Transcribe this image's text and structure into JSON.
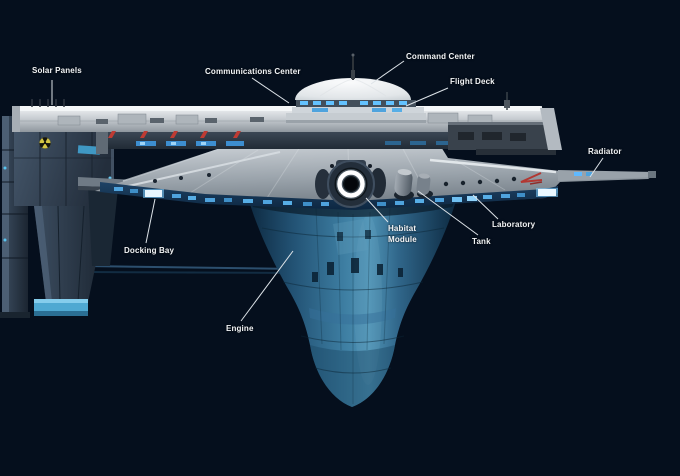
{
  "scene": {
    "description": "Side-view concept illustration of a spacecraft with labeled components",
    "background_color": "#050f1d"
  },
  "annotations": {
    "solar_panels": {
      "label": "Solar Panels"
    },
    "communications_center": {
      "label": "Communications Center"
    },
    "command_center": {
      "label": "Command Center"
    },
    "flight_deck": {
      "label": "Flight Deck"
    },
    "radiator": {
      "label": "Radiator"
    },
    "laboratory": {
      "label": "Laboratory"
    },
    "tank": {
      "label": "Tank"
    },
    "habitat_module": {
      "label": "Habitat Module"
    },
    "docking_bay": {
      "label": "Docking Bay"
    },
    "engine": {
      "label": "Engine"
    }
  },
  "style": {
    "label_color": "#f3f5f7",
    "leader_line_color": "#dde3e8",
    "hull_light": "#e9ecee",
    "hull_mid": "#b9c0c6",
    "underbody_band": "#2e3945",
    "window_glow_blue": "#64c2ff",
    "marking_red": "#bf3b33",
    "engine_cone_light": "#4f93b5",
    "engine_cone_dark": "#0d2940",
    "docking_foot_blue": "#4fa9d2"
  }
}
